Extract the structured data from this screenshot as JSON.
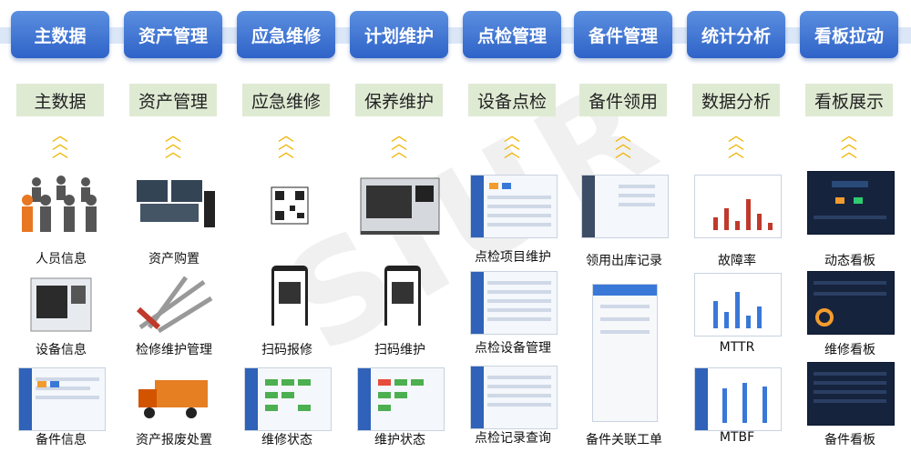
{
  "modules": [
    {
      "title": "主数据",
      "sub": "主数据",
      "items": [
        "人员信息",
        "设备信息",
        "备件信息"
      ]
    },
    {
      "title": "资产管理",
      "sub": "资产管理",
      "items": [
        "资产购置",
        "检修维护管理",
        "资产报废处置"
      ]
    },
    {
      "title": "应急维修",
      "sub": "应急维修",
      "items": [
        "",
        "扫码报修",
        "维修状态"
      ]
    },
    {
      "title": "计划维护",
      "sub": "保养维护",
      "items": [
        "",
        "扫码维护",
        "维护状态"
      ]
    },
    {
      "title": "点检管理",
      "sub": "设备点检",
      "items": [
        "点检项目维护",
        "点检设备管理",
        "点检记录查询"
      ]
    },
    {
      "title": "备件管理",
      "sub": "备件领用",
      "items": [
        "领用出库记录",
        "",
        "备件关联工单"
      ]
    },
    {
      "title": "统计分析",
      "sub": "数据分析",
      "items": [
        "故障率",
        "MTTR",
        "MTBF"
      ]
    },
    {
      "title": "看板拉动",
      "sub": "看板展示",
      "items": [
        "动态看板",
        "维修看板",
        "备件看板"
      ]
    }
  ],
  "watermark": "SIUR",
  "colors": {
    "pill": "#3b6fd0",
    "sub_bg": "#dfead3",
    "chevron": "#f0b400",
    "dashboard": "#16233d"
  }
}
